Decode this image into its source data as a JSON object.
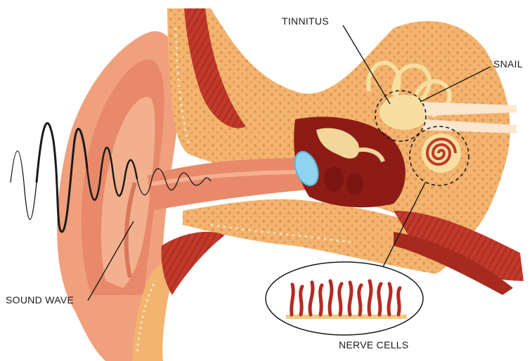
{
  "labels": {
    "tinnitus": "TINNITUS",
    "snail": "SNAIL",
    "sound_wave": "SOUND WAVE",
    "nerve_cells": "NERVE CELLS"
  },
  "colors": {
    "skin": "#f0a07c",
    "skin_dark": "#d9775a",
    "bone": "#f2b46f",
    "bone_dots": "#fbe3bd",
    "muscle": "#c0392b",
    "muscle_dark": "#8e1c16",
    "cochlea": "#f6dfa0",
    "eardrum": "#8fd3ef",
    "nerve": "#b52a22"
  }
}
